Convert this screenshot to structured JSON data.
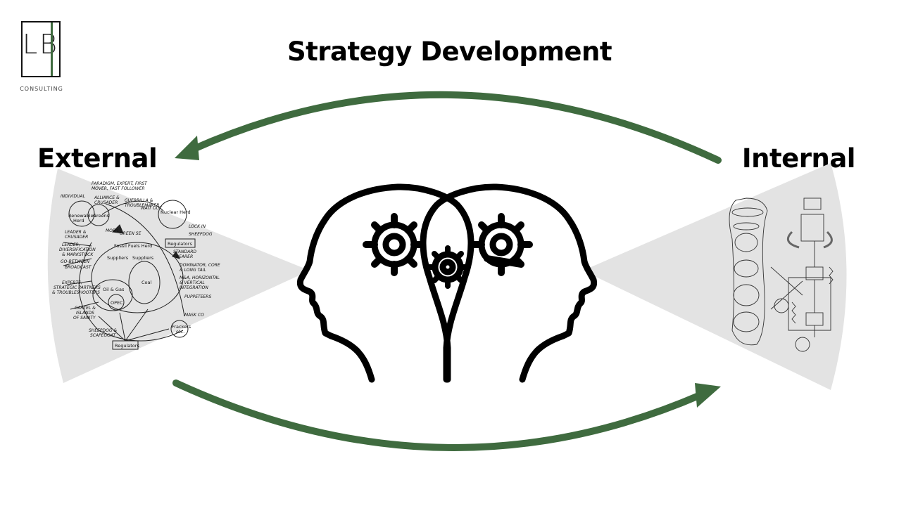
{
  "logo": {
    "letters": "LB",
    "subtitle": "CONSULTING"
  },
  "title": "Strategy Development",
  "external_label": "External",
  "internal_label": "Internal",
  "colors": {
    "arrow": "#3f6b3f",
    "fan": "#e3e3e3",
    "ink": "#000000"
  },
  "external_diagram": {
    "labels": [
      "INDIVIDUAL",
      "PARADIGM, EXPERT, FIRST",
      "MOVER, FAST FOLLOWER",
      "ALLIANCE &",
      "CRUSADER",
      "GUERRILLA &",
      "TROUBLEMAKER",
      "WAIT OUT",
      "Renewables",
      "Herd",
      "Greens",
      "Nuclear Herd",
      "LOCK IN",
      "SHEEPDOG",
      "Regulators",
      "LEADER &",
      "CRUSADER",
      "MOBIL",
      "GREEN SE",
      "LEADER,",
      "DIVERSIFICATION",
      "& MARKSTOCK",
      "Fossil Fuels Herd",
      "STANDARD",
      "BEARER",
      "GO-BETWEEN",
      "BROADCAST",
      "Suppliers",
      "Suppliers",
      "DOMINATOR, CORE",
      "& LONG TAIL",
      "EXPERTS,",
      "STRATEGIC PARTNERS",
      "& TROUBLESHOOTERS",
      "Oil & Gas",
      "Coal",
      "M&A, HORIZONTAL",
      "& VERTICAL",
      "INTEGRATION",
      "OPEC",
      "PUPPETEERS",
      "CARTEL &",
      "ISLANDS",
      "OF SANITY",
      "MASK CO",
      "SHEEPDOG &",
      "SCAPEGOAT",
      "Frackers",
      "etc.",
      "Regulators"
    ]
  }
}
